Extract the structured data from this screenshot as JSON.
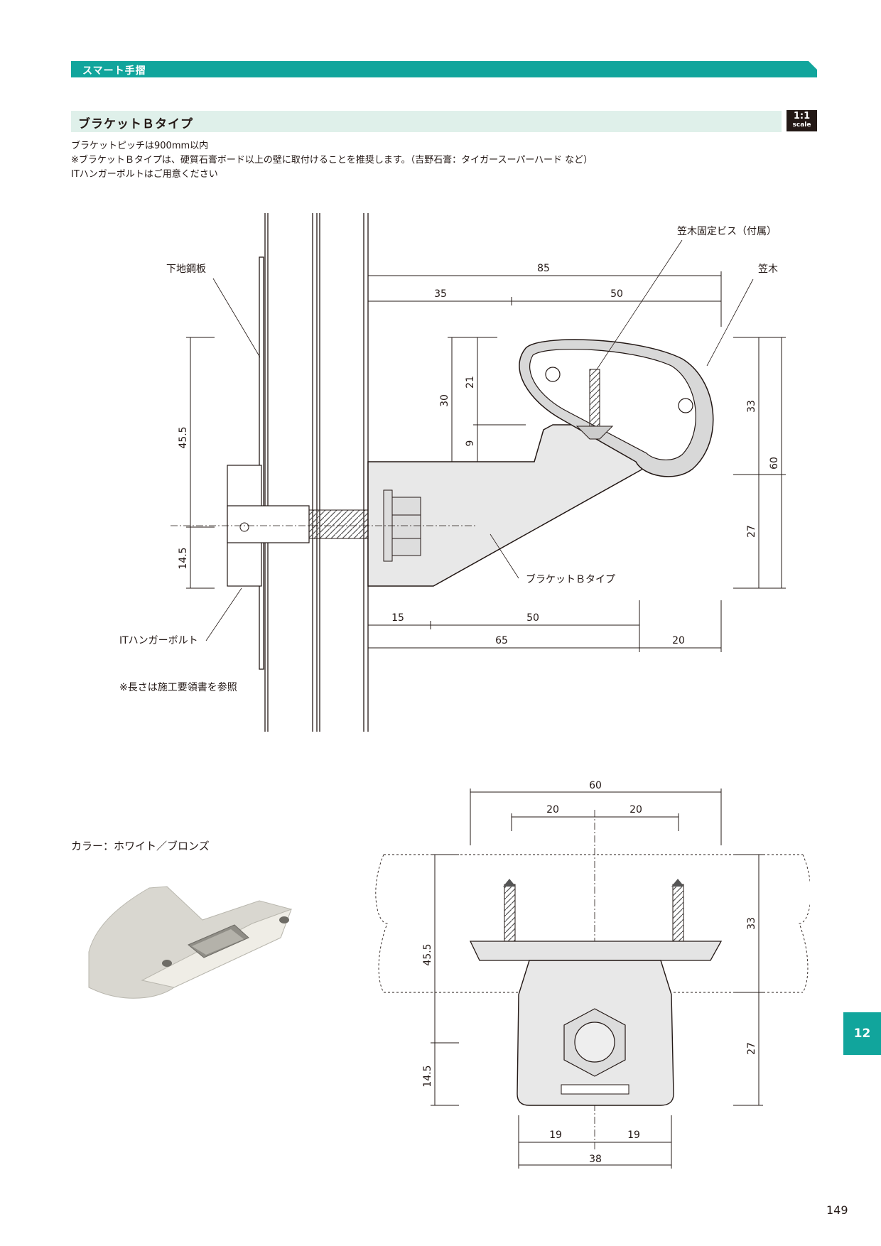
{
  "header": {
    "band_title": "スマート手摺",
    "band_color": "#11a59c"
  },
  "section": {
    "title": "ブラケットＢタイプ",
    "scale_ratio": "1:1",
    "scale_word": "scale"
  },
  "notes": [
    "ブラケットピッチは900mm以内",
    "※ブラケットＢタイプは、硬質石膏ボード以上の壁に取付けることを推奨します。（吉野石膏：タイガースーパーハード など）",
    "ITハンガーボルトはご用意ください"
  ],
  "side_drawing": {
    "labels": {
      "steel_plate": "下地鋼板",
      "fixing_screw": "笠木固定ビス（付属）",
      "rail": "笠木",
      "bracket": "ブラケットＢタイプ",
      "hanger_bolt": "ITハンガーボルト",
      "length_note": "※長さは施工要領書を参照"
    },
    "dimensions": {
      "total_top": "85",
      "top_left": "35",
      "top_right": "50",
      "left_upper": "45.5",
      "left_lower": "14.5",
      "mid_30": "30",
      "mid_21": "21",
      "mid_9": "9",
      "right_33": "33",
      "right_60": "60",
      "right_27": "27",
      "bottom_15": "15",
      "bottom_50": "50",
      "bottom_65": "65",
      "bottom_20": "20"
    }
  },
  "color_option": "カラー：ホワイト／ブロンズ",
  "front_drawing": {
    "dimensions": {
      "top_60": "60",
      "top_20_left": "20",
      "top_20_right": "20",
      "left_45_5": "45.5",
      "left_14_5": "14.5",
      "right_33": "33",
      "right_27": "27",
      "bottom_19_left": "19",
      "bottom_19_right": "19",
      "bottom_38": "38"
    }
  },
  "chapter_tab": "12",
  "page_number": "149"
}
